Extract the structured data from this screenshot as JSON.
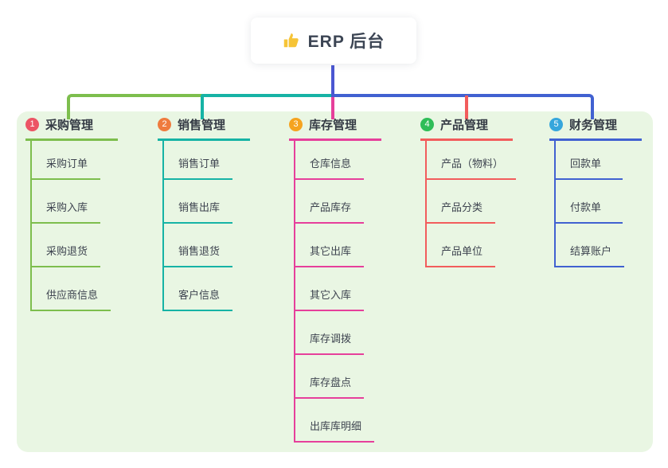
{
  "root": {
    "label": "ERP 后台",
    "icon": "thumbs-up-icon",
    "icon_color": "#F6C437",
    "line_color": "#4B57D2"
  },
  "panel": {
    "bg": "#E9F6E3"
  },
  "branches": [
    {
      "number": "1",
      "label": "采购管理",
      "badge_color": "#EC5565",
      "line_color": "#7DBE4D",
      "children": [
        "采购订单",
        "采购入库",
        "采购退货",
        "供应商信息"
      ]
    },
    {
      "number": "2",
      "label": "销售管理",
      "badge_color": "#EF7B3E",
      "line_color": "#16B3A5",
      "children": [
        "销售订单",
        "销售出库",
        "销售退货",
        "客户信息"
      ]
    },
    {
      "number": "3",
      "label": "库存管理",
      "badge_color": "#F5A31F",
      "line_color": "#E63F9B",
      "children": [
        "仓库信息",
        "产品库存",
        "其它出库",
        "其它入库",
        "库存调拨",
        "库存盘点",
        "出库库明细"
      ]
    },
    {
      "number": "4",
      "label": "产品管理",
      "badge_color": "#2FBD58",
      "line_color": "#F25C5C",
      "children": [
        "产品（物料）",
        "产品分类",
        "产品单位"
      ]
    },
    {
      "number": "5",
      "label": "财务管理",
      "badge_color": "#36A6DC",
      "line_color": "#4161D1",
      "children": [
        "回款单",
        "付款单",
        "结算账户"
      ]
    }
  ]
}
